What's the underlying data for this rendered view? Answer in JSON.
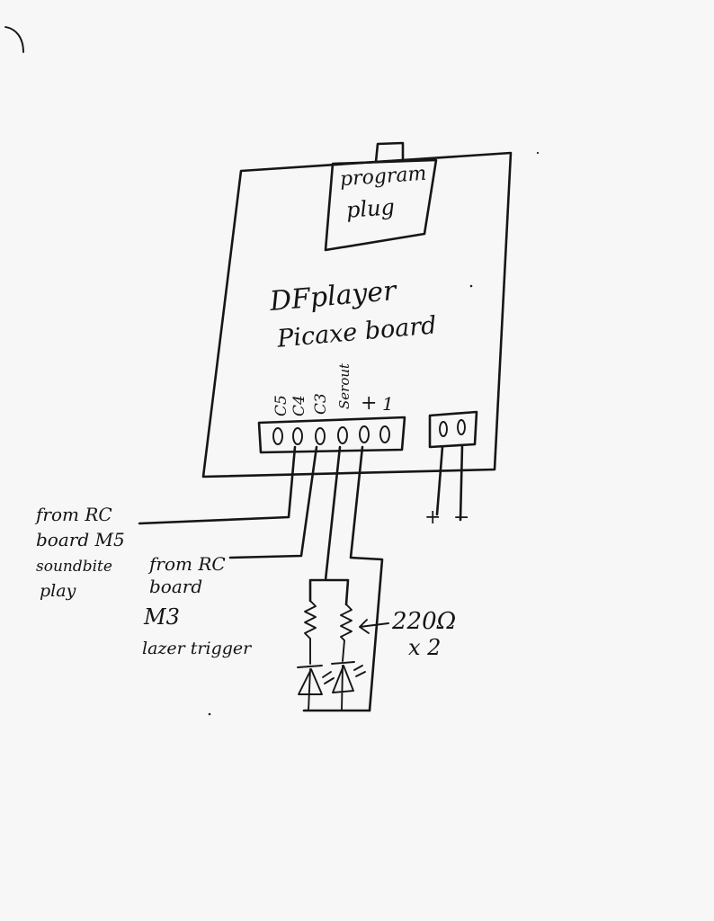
{
  "diagram": {
    "board_title_line1": "DFplayer",
    "board_title_line2": "Picaxe board",
    "program_plug_line1": "program",
    "program_plug_line2": "plug",
    "pin_labels": [
      "C5",
      "C4",
      "C3",
      "Serout",
      "+",
      "1"
    ],
    "connector_pins_main": [
      "0",
      "0",
      "0",
      "0",
      "0",
      "0"
    ],
    "connector_pins_power": [
      "0",
      "0"
    ],
    "power_plus": "+",
    "power_minus": "−",
    "note_m5": {
      "line1": "from RC",
      "line2": "board M5",
      "line3": "soundbite",
      "line4": "play"
    },
    "note_m3": {
      "line1": "from RC",
      "line2": "board",
      "line3": "M3",
      "line4": "lazer trigger"
    },
    "resistor_note": {
      "line1": "220Ω",
      "line2": "x 2"
    }
  }
}
